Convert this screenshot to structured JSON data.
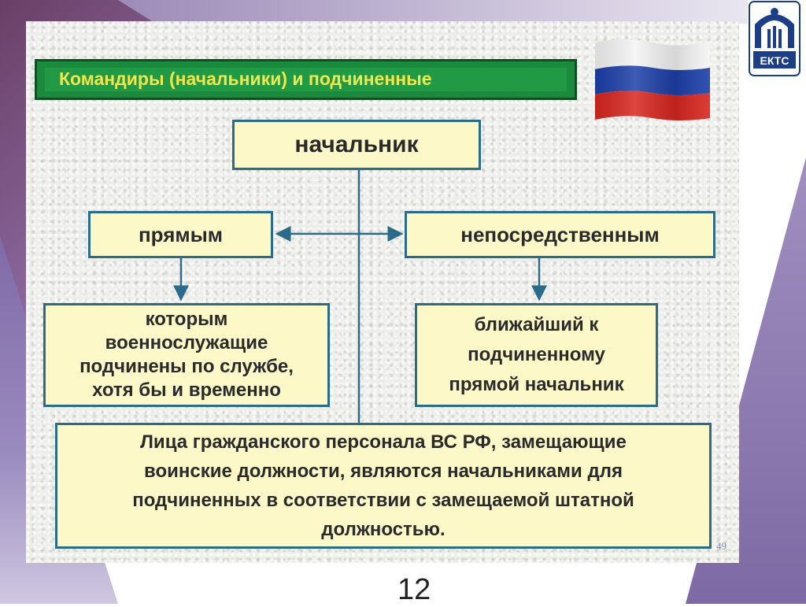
{
  "slide": {
    "title": "Командиры (начальники) и подчиненные",
    "logo_text": "ЕКТС",
    "flag": "russia-flag",
    "page_small": "49",
    "page_number": "12"
  },
  "diagram": {
    "head": "начальник",
    "direct": "прямым",
    "immediate": "непосредственным",
    "whom": "которым\nвоеннослужащие\nподчинены по службе,\nхотя бы и временно",
    "nearest": "ближайший к\nподчиненному\nпрямой начальник",
    "civil": "Лица гражданского персонала ВС РФ, замещающие\nвоинские должности, являются начальниками для\nподчиненных в соответствии с замещаемой штатной\nдолжностью."
  },
  "colors": {
    "title_bg": "#229a45",
    "title_text": "#f3e64a",
    "box_fill": "#fdf8c8",
    "box_border": "#2b6b8a",
    "connector": "#2b6b8a"
  }
}
